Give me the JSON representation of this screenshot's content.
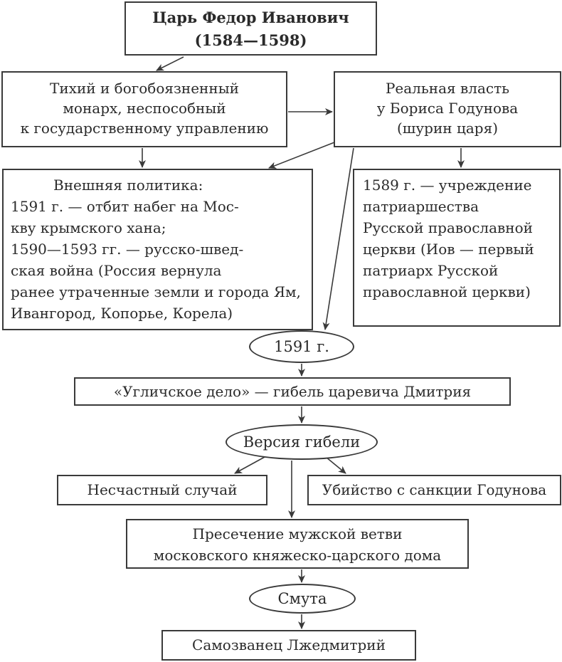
{
  "title": {
    "line1": "Царь Федор Иванович",
    "line2": "(1584—1598)"
  },
  "monarch": {
    "lines": [
      "Тихий и богобоязненный",
      "монарх, неспособный",
      "к государственному управлению"
    ]
  },
  "power": {
    "lines": [
      "Реальная власть",
      "у Бориса Годунова",
      "(шурин царя)"
    ]
  },
  "foreign_policy": {
    "lines": [
      "Внешняя политика:",
      "1591 г. — отбит набег на Мос-",
      "кву крымского хана;",
      "1590—1593 гг. — русско-швед-",
      "ская война (Россия вернула",
      "ранее утраченные земли и города Ям,",
      "Ивангород, Копорье, Корела)"
    ]
  },
  "patriarchate": {
    "lines": [
      "1589 г. — учреждение",
      "патриаршества",
      "Русской православной",
      "церкви (Иов — первый",
      "патриарх Русской",
      "православной церкви)"
    ]
  },
  "year_1591": "1591 г.",
  "uglich": "«Угличское дело» — гибель царевича Дмитрия",
  "version": "Версия гибели",
  "accident": "Несчастный случай",
  "murder": "Убийство с санкции Годунова",
  "end_line": {
    "lines": [
      "Пресечение мужской ветви",
      "московского княжеско-царского дома"
    ]
  },
  "smuta": "Смута",
  "impostor": "Самозванец Лжедмитрий"
}
